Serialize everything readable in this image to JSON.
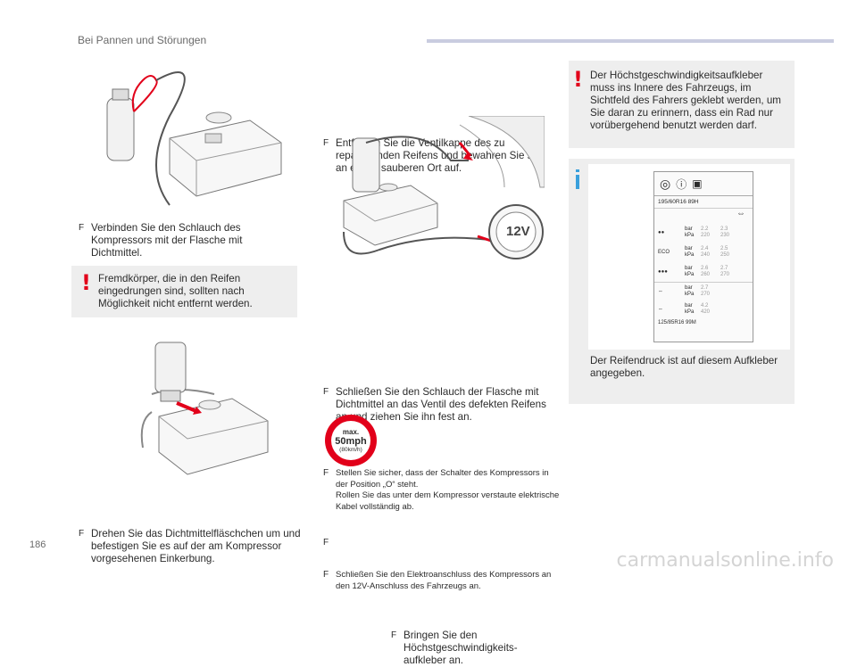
{
  "header": {
    "title": "Bei Pannen und Störungen"
  },
  "page_number": "186",
  "watermark": "carmanualsonline.info",
  "step_marker": "F",
  "left_column": {
    "step1": "Verbinden Sie den Schlauch des Kompressors mit der Flasche mit Dichtmittel.",
    "warning": "Fremdkörper, die in den Reifen eingedrungen sind, sollten nach Möglichkeit nicht entfernt werden.",
    "step2": "Drehen Sie das Dichtmittelfläschchen um und befestigen Sie es auf der am Kompressor vorgesehenen Einkerbung."
  },
  "middle_column": {
    "step1": "Entfernen Sie die Ventilkappe des zu reparierenden Reifens und bewahren Sie sie an einem sauberen Ort auf.",
    "plug_label": "12V",
    "step2": "Schließen Sie den Schlauch der Flasche mit Dichtmittel an das Ventil des defekten Reifens an und ziehen Sie ihn fest an.",
    "note1a": "Stellen Sie sicher, dass der Schalter des Kompressors in der Position „O“ steht.",
    "note1b": "Rollen Sie das unter dem Kompressor verstaute elektrische Kabel vollständig ab.",
    "note2": "Schließen Sie den Elektroanschluss des Kompressors an den 12V-Anschluss des Fahrzeugs an.",
    "speed_sign": {
      "top": "max.",
      "main": "50mph",
      "sub": "(80km/h)"
    },
    "step3": "Bringen Sie den Höchstgeschwindigkeits-aufkleber an."
  },
  "right_column": {
    "warning": "Der Höchstgeschwindigkeitsaufkleber muss ins Innere des Fahrzeugs, im Sichtfeld des Fahrers geklebt werden, um Sie daran zu erinnern, dass ein Rad nur vorübergehend benutzt werden darf.",
    "label": {
      "tyre_size": "195/60R16 89H",
      "eco": "ECO",
      "unit_bar": "bar",
      "unit_kpa": "kPa",
      "rows": [
        {
          "front": "2.2",
          "rear": "2.3",
          "front_kpa": "220",
          "rear_kpa": "230"
        },
        {
          "front": "2.4",
          "rear": "2.5",
          "front_kpa": "240",
          "rear_kpa": "250"
        },
        {
          "front": "2.6",
          "rear": "2.7",
          "front_kpa": "260",
          "rear_kpa": "270"
        }
      ],
      "spare_rows": [
        {
          "value": "2.7",
          "kpa": "270"
        },
        {
          "value": "4.2",
          "kpa": "420"
        }
      ],
      "spare_size": "125/85R16 99M"
    },
    "info": "Der Reifendruck ist auf diesem Aufkleber angegeben."
  }
}
